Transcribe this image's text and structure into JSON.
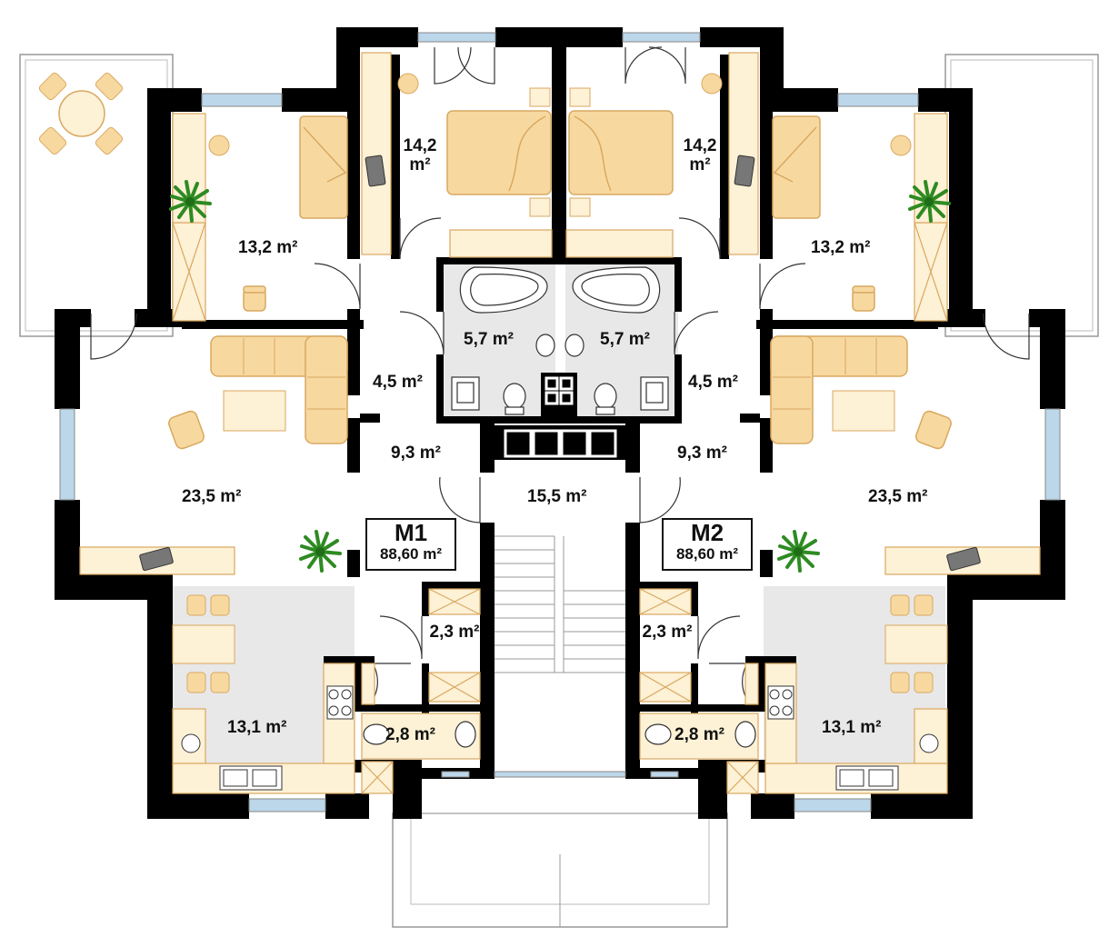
{
  "units": [
    {
      "name": "M1",
      "area": "88,60 m²"
    },
    {
      "name": "M2",
      "area": "88,60 m²"
    }
  ],
  "rooms": {
    "bedroom_top_left": "14,2 m²",
    "bedroom_top_right": "14,2 m²",
    "bedroom_left": "13,2 m²",
    "bedroom_right": "13,2 m²",
    "bathroom_left": "5,7 m²",
    "bathroom_right": "5,7 m²",
    "hall_small_left": "4,5 m²",
    "hall_small_right": "4,5 m²",
    "hall_left": "9,3 m²",
    "hall_right": "9,3 m²",
    "staircase": "15,5 m²",
    "living_left": "23,5 m²",
    "living_right": "23,5 m²",
    "storage_left": "2,3 m²",
    "storage_right": "2,3 m²",
    "wc_left": "2,8 m²",
    "wc_right": "2,8 m²",
    "kitchen_left": "13,1 m²",
    "kitchen_right": "13,1 m²"
  },
  "colors": {
    "wall": "#000000",
    "floor": "#ffffff",
    "furniture_fill": "#fdf1d6",
    "furniture_strong": "#f7d9a0",
    "furniture_stroke": "#d9a860",
    "tile_floor": "#e8e8e8",
    "window_glass": "#bcd6ea",
    "plant": "#2e8b22"
  }
}
